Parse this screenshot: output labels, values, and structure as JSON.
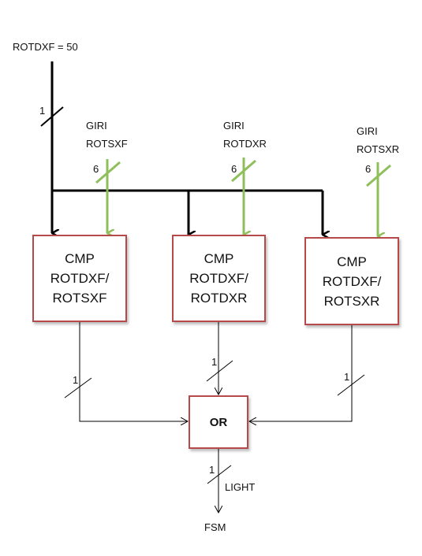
{
  "input": {
    "label": "ROTDXF = 50",
    "width": "1"
  },
  "comparators": [
    {
      "giri": "GIRI",
      "reg": "ROTSXF",
      "width": "6",
      "line1": "CMP",
      "line2": "ROTDXF/",
      "line3": "ROTSXF"
    },
    {
      "giri": "GIRI",
      "reg": "ROTDXR",
      "width": "6",
      "line1": "CMP",
      "line2": "ROTDXF/",
      "line3": "ROTDXR"
    },
    {
      "giri": "GIRI",
      "reg": "ROTSXR",
      "width": "6",
      "line1": "CMP",
      "line2": "ROTDXF/",
      "line3": "ROTSXR"
    }
  ],
  "cmp_output_width": "1",
  "or_gate": {
    "label": "OR"
  },
  "output": {
    "width": "1",
    "signal": "LIGHT",
    "destination": "FSM"
  },
  "colors": {
    "box_border": "#b64a4a",
    "green_wire": "#8fbf5a",
    "black_wire": "#000000"
  }
}
